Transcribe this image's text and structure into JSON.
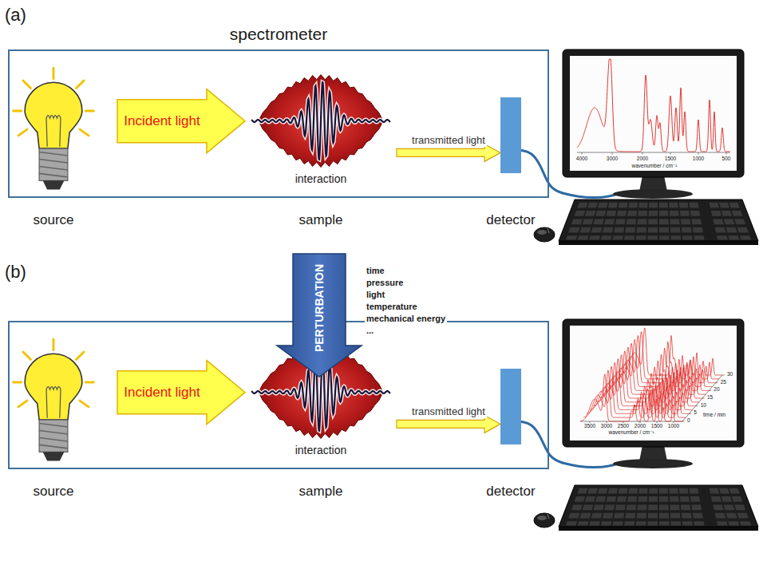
{
  "diagram": {
    "nodes": [
      {
        "text": [
          "(a)",
          "spectrometer"
        ]
      },
      {
        "text": [
          "source"
        ],
        "in": 0
      },
      {
        "text": [
          "interaction",
          "sample"
        ],
        "in": 0
      },
      {
        "text": [
          "detector"
        ],
        "in": 0
      },
      {
        "text": [
          "4000",
          "3000",
          "2000",
          "1500",
          "1000",
          "500",
          "wavenumber / cm⁻¹"
        ]
      },
      {
        "text": [
          "(b)"
        ]
      },
      {
        "text": [
          "PERTURBATION",
          "time",
          "pressure",
          "light",
          "temperature",
          "mechanical energy",
          "..."
        ]
      },
      {
        "text": [
          "source"
        ],
        "in": 5
      },
      {
        "text": [
          "interaction",
          "sample"
        ],
        "in": 5
      },
      {
        "text": [
          "detector"
        ],
        "in": 5
      },
      {
        "text": [
          "3500",
          "3000",
          "2500",
          "2000",
          "1500",
          "1000",
          "wavenumber / cm⁻¹",
          "0",
          "5",
          "10",
          "15",
          "20",
          "25",
          "30",
          "time / min"
        ]
      }
    ],
    "edges": [
      {
        "from": 1,
        "to": 2,
        "arrow": "to",
        "label": "Incident light"
      },
      {
        "from": 2,
        "to": 3,
        "arrow": "to",
        "label": "transmitted light"
      },
      {
        "from": 3,
        "to": 4,
        "arrow": "none"
      },
      {
        "from": 7,
        "to": 8,
        "arrow": "to",
        "label": "Incident light"
      },
      {
        "from": 8,
        "to": 9,
        "arrow": "to",
        "label": "transmitted light"
      },
      {
        "from": 9,
        "to": 10,
        "arrow": "none"
      }
    ]
  }
}
